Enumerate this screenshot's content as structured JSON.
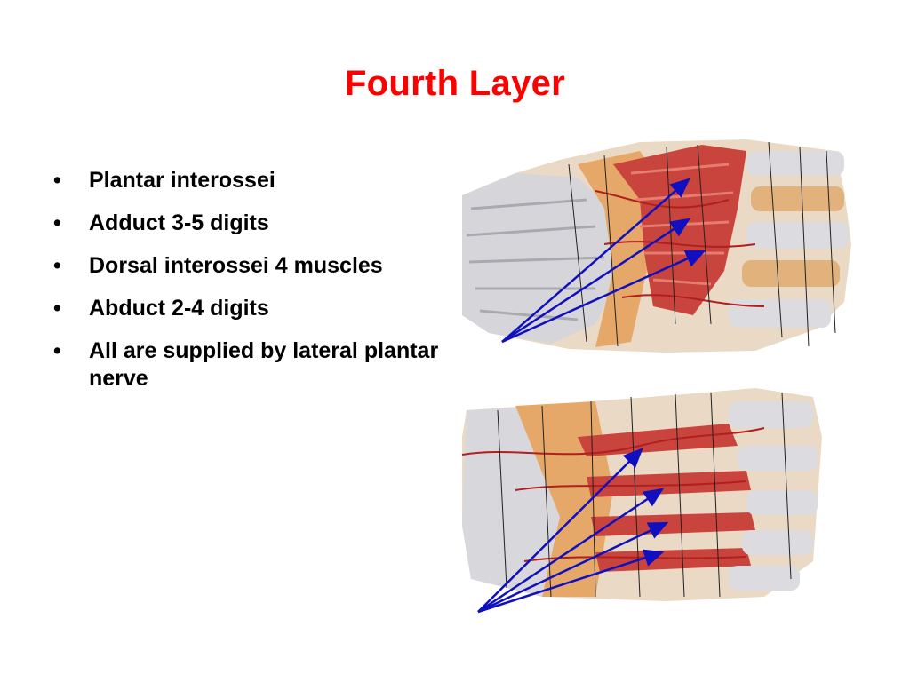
{
  "slide": {
    "title": "Fourth Layer",
    "bullets": [
      "Plantar interossei",
      "Adduct 3-5 digits",
      "Dorsal interossei 4 muscles",
      "Abduct 2-4 digits",
      "All are supplied by lateral plantar nerve"
    ]
  },
  "figures": [
    {
      "name": "plantar-view-illustration",
      "arrow_count": 3
    },
    {
      "name": "dorsal-view-illustration",
      "arrow_count": 4
    }
  ],
  "colors": {
    "title": "#ff0000",
    "arrow": "#1010c0",
    "muscle": "#c8443c",
    "tendon": "#d8d8dc",
    "bone": "#e8b070"
  }
}
